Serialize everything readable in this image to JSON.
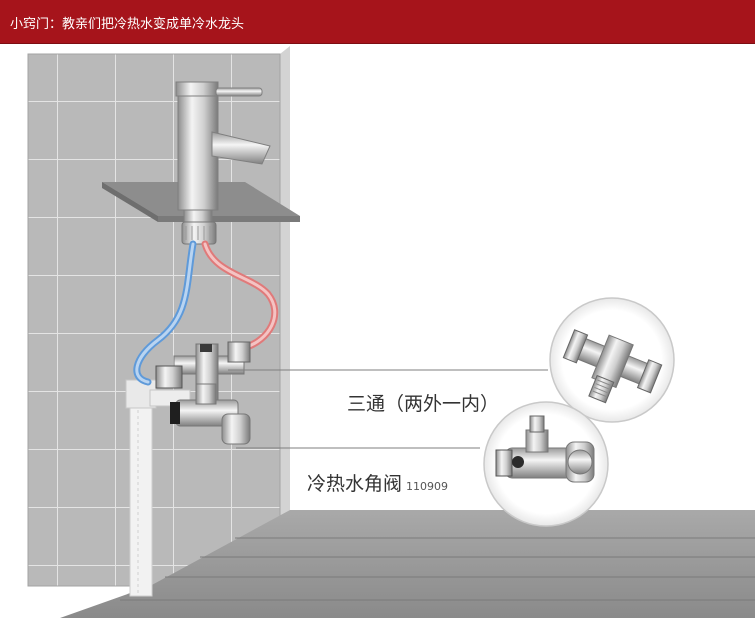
{
  "header": {
    "title": "小窍门：教亲们把冷热水变成单冷水龙头",
    "background_color": "#a6141b"
  },
  "diagram": {
    "tee_label": "三通（两外一内）",
    "valve_label": "冷热水角阀",
    "valve_code": "110909",
    "cold_pipe_color": "#7fb1e3",
    "hot_pipe_color": "#e99a9a"
  }
}
